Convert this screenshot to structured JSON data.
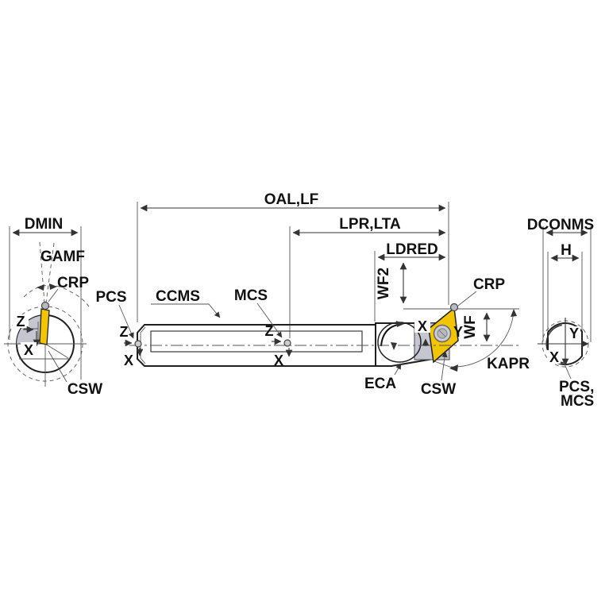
{
  "drawing": {
    "type": "boring-bar-tool-dimension-diagram",
    "colors": {
      "insert_yellow": "#f2c500",
      "body_gray": "#b4b4be",
      "body_gray_light": "#c6c6d0",
      "outline": "#1f1f1f",
      "dimension_line": "#333333",
      "background": "#ffffff"
    },
    "views": {
      "end_view_left": {
        "labels": {
          "dmin": "DMIN",
          "gamf": "GAMF",
          "crp": "CRP",
          "csw": "CSW"
        },
        "axes": {
          "z": "Z",
          "x": "X"
        }
      },
      "side_view": {
        "labels": {
          "oal_lf": "OAL,LF",
          "lpr_lta": "LPR,LTA",
          "ldred": "LDRED",
          "wf2": "WF2",
          "wf": "WF",
          "crp": "CRP",
          "pcs": "PCS",
          "ccms": "CCMS",
          "mcs": "MCS",
          "eca": "ECA",
          "csw": "CSW",
          "kapr": "KAPR"
        },
        "axes": {
          "z": "Z",
          "x": "X",
          "y": "Y"
        }
      },
      "end_view_right": {
        "labels": {
          "dconms": "DCONMS",
          "h": "H",
          "pcs_mcs_line1": "PCS,",
          "pcs_mcs_line2": "MCS"
        },
        "axes": {
          "x": "X",
          "y": "Y"
        }
      }
    }
  }
}
